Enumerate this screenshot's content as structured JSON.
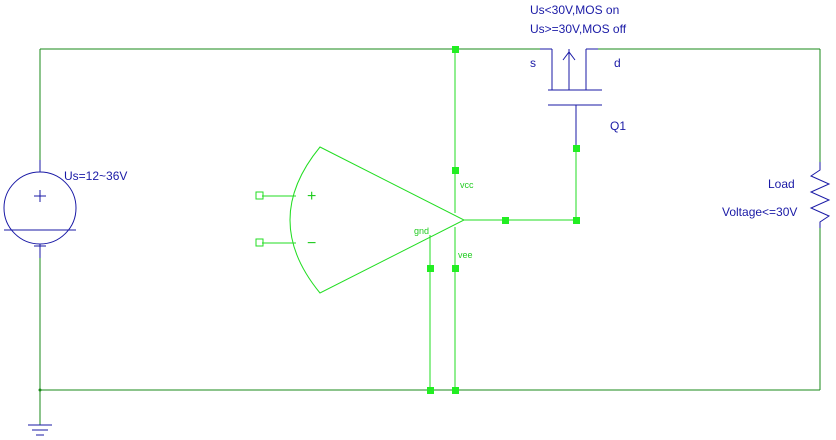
{
  "source": {
    "label": "Us=12~36V"
  },
  "mosfet": {
    "note_line1": "Us<30V,MOS on",
    "note_line2": "Us>=30V,MOS off",
    "source_pin": "s",
    "drain_pin": "d",
    "ref": "Q1"
  },
  "opamp": {
    "plus": "+",
    "minus": "−",
    "vcc": "vcc",
    "gnd": "gnd",
    "vee": "vee"
  },
  "load": {
    "label": "Load",
    "voltage": "Voltage<=30V"
  },
  "colors": {
    "wire": "#1a8a1a",
    "component": "#22dd22",
    "label": "#1a1aa6",
    "node": "#22ee22"
  }
}
